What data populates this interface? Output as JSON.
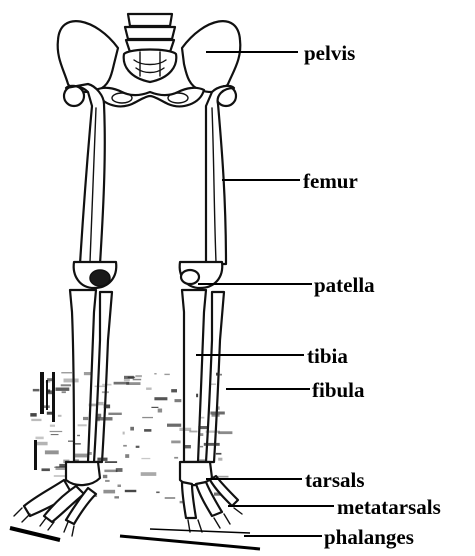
{
  "diagram": {
    "labels": {
      "pelvis": "pelvis",
      "femur": "femur",
      "patella": "patella",
      "tibia": "tibia",
      "fibula": "fibula",
      "tarsals": "tarsals",
      "metatarsals": "metatarsals",
      "phalanges": "phalanges"
    }
  }
}
